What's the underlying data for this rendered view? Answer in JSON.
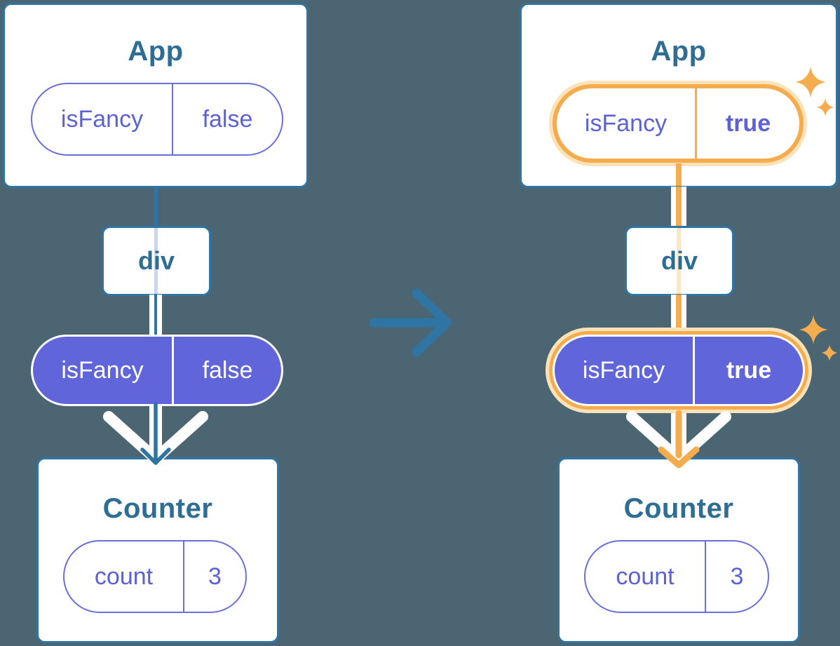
{
  "colors": {
    "background": "#4C6572",
    "edge_blue": "#2F75A4",
    "title_blue": "#2E6D94",
    "purple_fill": "#6065D9",
    "purple_outline": "#6A6FDB",
    "purple_text": "#5C62D6",
    "lavender_pass": "#CCD5EE",
    "orange": "#F5AC4E",
    "orange_glow": "#FBE2B8",
    "peach_pass": "#FCE6C4",
    "white": "#FFFFFF"
  },
  "icons": {
    "transition": "arrow-right-icon",
    "highlight": "sparkles-icon",
    "flow": "arrow-down-icon"
  },
  "before": {
    "app": {
      "title": "App",
      "state": {
        "name": "isFancy",
        "value": "false"
      }
    },
    "middle": {
      "label": "div"
    },
    "prop": {
      "name": "isFancy",
      "value": "false"
    },
    "counter": {
      "title": "Counter",
      "state": {
        "name": "count",
        "value": "3"
      }
    }
  },
  "after": {
    "app": {
      "title": "App",
      "state": {
        "name": "isFancy",
        "value": "true"
      }
    },
    "middle": {
      "label": "div"
    },
    "prop": {
      "name": "isFancy",
      "value": "true"
    },
    "counter": {
      "title": "Counter",
      "state": {
        "name": "count",
        "value": "3"
      }
    }
  }
}
